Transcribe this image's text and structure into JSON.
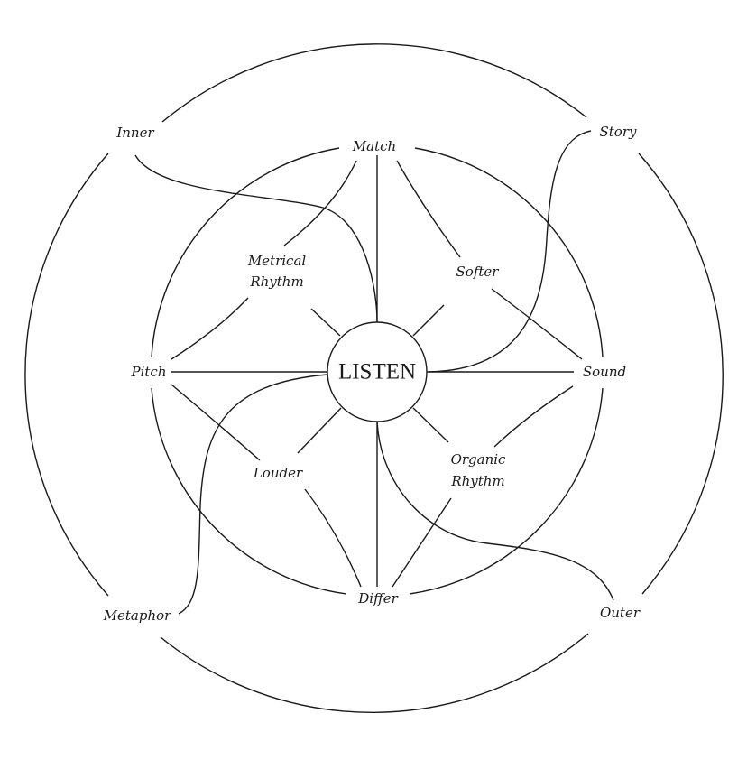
{
  "diagram": {
    "center": "LISTEN",
    "inner_ring": {
      "match": "Match",
      "metrical_rhythm": [
        "Metrical",
        "Rhythm"
      ],
      "softer": "Softer",
      "pitch": "Pitch",
      "sound": "Sound",
      "louder": "Louder",
      "organic_rhythm": [
        "Organic",
        "Rhythm"
      ],
      "differ": "Differ"
    },
    "outer_ring": {
      "inner": "Inner",
      "story": "Story",
      "metaphor": "Metaphor",
      "outer": "Outer"
    },
    "colors": {
      "stroke": "#1a1a1a",
      "background": "#ffffff"
    }
  }
}
